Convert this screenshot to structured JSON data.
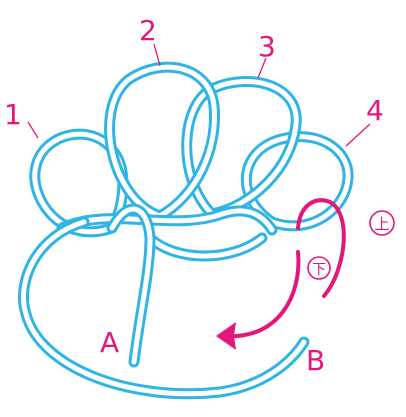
{
  "colors": {
    "cord": "#2fb4e4",
    "accent": "#e4167c",
    "background": "#ffffff"
  },
  "loops": [
    {
      "label": "1"
    },
    {
      "label": "2"
    },
    {
      "label": "3"
    },
    {
      "label": "4"
    }
  ],
  "ends": {
    "a": "A",
    "b": "B"
  },
  "sides": {
    "over": "上",
    "under": "下"
  }
}
